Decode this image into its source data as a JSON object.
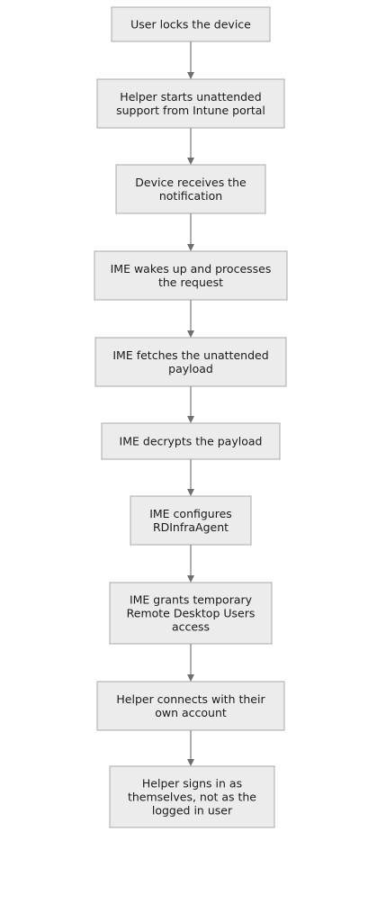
{
  "diagram": {
    "type": "flowchart",
    "direction": "top-to-bottom",
    "colors": {
      "node_fill": "#ececec",
      "node_border": "#a8a8a8",
      "edge": "#7a7a7a",
      "text": "#1a1a1a"
    },
    "nodes": [
      {
        "id": "n1",
        "lines": [
          "User locks the device"
        ]
      },
      {
        "id": "n2",
        "lines": [
          "Helper starts unattended",
          "support from Intune portal"
        ]
      },
      {
        "id": "n3",
        "lines": [
          "Device receives the",
          "notification"
        ]
      },
      {
        "id": "n4",
        "lines": [
          "IME wakes up and processes",
          "the request"
        ]
      },
      {
        "id": "n5",
        "lines": [
          "IME fetches the unattended",
          "payload"
        ]
      },
      {
        "id": "n6",
        "lines": [
          "IME decrypts the payload"
        ]
      },
      {
        "id": "n7",
        "lines": [
          "IME configures",
          "RDInfraAgent"
        ]
      },
      {
        "id": "n8",
        "lines": [
          "IME grants temporary",
          "Remote Desktop Users",
          "access"
        ]
      },
      {
        "id": "n9",
        "lines": [
          "Helper connects with their",
          "own account"
        ]
      },
      {
        "id": "n10",
        "lines": [
          "Helper signs in as",
          "themselves, not as the",
          "logged in user"
        ]
      }
    ],
    "edges": [
      {
        "from": "n1",
        "to": "n2"
      },
      {
        "from": "n2",
        "to": "n3"
      },
      {
        "from": "n3",
        "to": "n4"
      },
      {
        "from": "n4",
        "to": "n5"
      },
      {
        "from": "n5",
        "to": "n6"
      },
      {
        "from": "n6",
        "to": "n7"
      },
      {
        "from": "n7",
        "to": "n8"
      },
      {
        "from": "n8",
        "to": "n9"
      },
      {
        "from": "n9",
        "to": "n10"
      }
    ]
  }
}
